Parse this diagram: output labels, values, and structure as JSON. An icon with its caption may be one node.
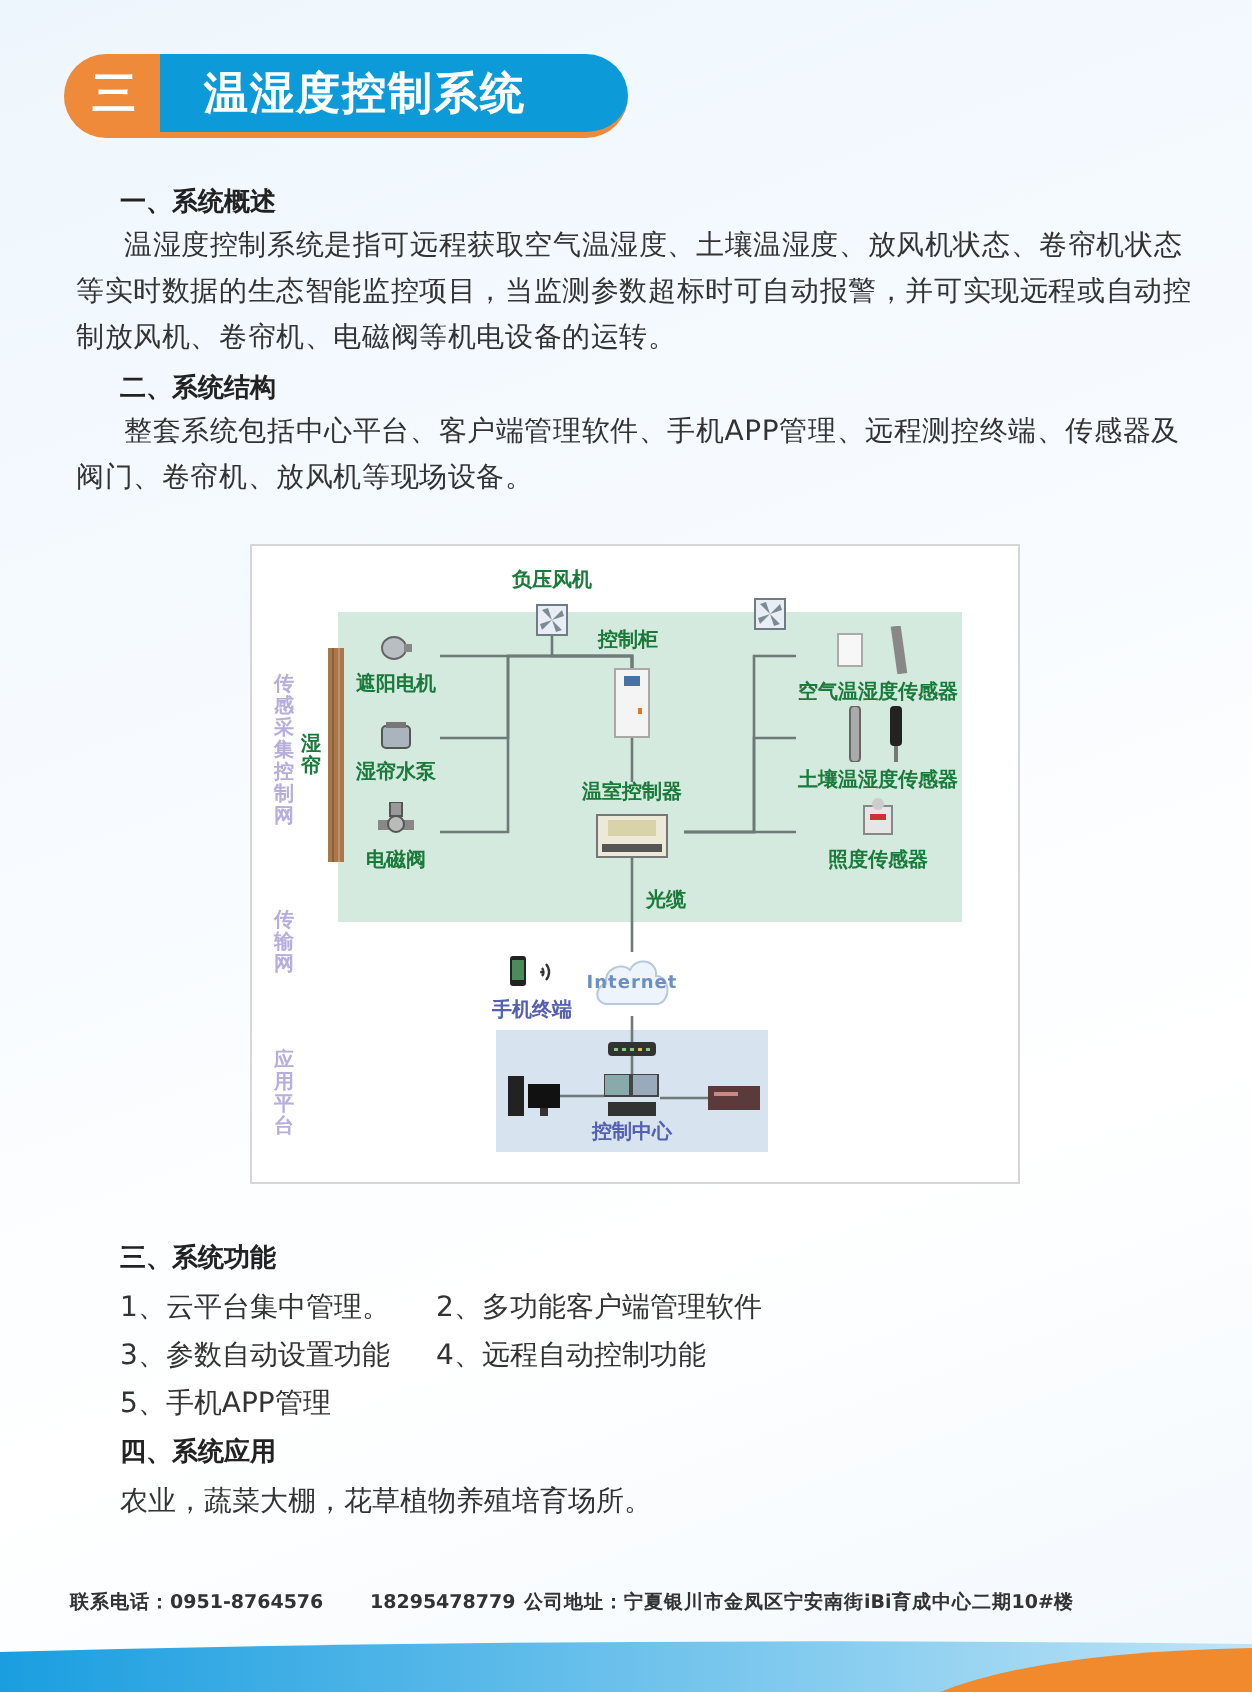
{
  "diagram": {
    "title": "温湿度控制系统",
    "nodes": [
      {
        "text": [],
        "shape": "box"
      },
      {
        "text": [
          "负压风机"
        ]
      },
      {
        "text": [],
        "shape": "picture"
      },
      {
        "text": [],
        "shape": "picture",
        "beside": [
          "控制柜"
        ],
        "in": 0
      },
      {
        "text": [
          "湿帘"
        ]
      },
      {
        "text": [
          "遮阳电机"
        ],
        "in": 0
      },
      {
        "text": [
          "湿帘水泵"
        ],
        "in": 0
      },
      {
        "text": [
          "电磁阀"
        ],
        "in": 0
      },
      {
        "text": [
          "温室控制器"
        ],
        "in": 0
      },
      {
        "text": [
          "空气温湿度传感器"
        ],
        "in": 0
      },
      {
        "text": [
          "土壤温湿度传感器"
        ],
        "in": 0
      },
      {
        "text": [
          "照度传感器"
        ],
        "in": 0
      },
      {
        "text": [
          "Internet"
        ]
      },
      {
        "text": [
          "手机终端"
        ]
      },
      {
        "text": [
          "控制中心"
        ]
      },
      {
        "text": [],
        "shape": "picture",
        "in": 14
      },
      {
        "text": [],
        "shape": "picture",
        "in": 14
      },
      {
        "text": [],
        "shape": "picture",
        "in": 14
      },
      {
        "text": [],
        "shape": "picture",
        "in": 14
      }
    ],
    "edges": [
      {
        "from": 1,
        "to": 3,
        "arrow": "none"
      },
      {
        "from": 5,
        "to": 3,
        "arrow": "none"
      },
      {
        "from": 6,
        "to": 3,
        "arrow": "none"
      },
      {
        "from": 7,
        "to": 3,
        "arrow": "none"
      },
      {
        "from": 3,
        "to": 8,
        "arrow": "none"
      },
      {
        "from": 8,
        "to": 9,
        "arrow": "none"
      },
      {
        "from": 8,
        "to": 10,
        "arrow": "none"
      },
      {
        "from": 8,
        "to": 11,
        "arrow": "none"
      },
      {
        "from": 8,
        "to": 12,
        "arrow": "none",
        "label": "光缆"
      },
      {
        "from": 12,
        "to": 15,
        "arrow": "none"
      },
      {
        "from": 15,
        "to": 17,
        "arrow": "none"
      },
      {
        "from": 16,
        "to": 17,
        "arrow": "none"
      },
      {
        "from": 17,
        "to": 18,
        "arrow": "none"
      }
    ],
    "labels": [
      "三",
      "一、系统概述",
      "温湿度控制系统是指可远程获取空气温湿度、土壤温湿度、放风机状态、卷帘机状态等实时数据的生态智能监控项目，当监测参数超标时可自动报警，并可实现远程或自动控制放风机、卷帘机、电磁阀等机电设备的运转。",
      "二、系统结构",
      "整套系统包括中心平台、客户端管理软件、手机APP管理、远程测控终端、传感器及阀门、卷帘机、放风机等现场设备。",
      "传感采集控制网",
      "传输网",
      "应用平台",
      "三、系统功能",
      "1、云平台集中管理。",
      "2、多功能客户端管理软件",
      "3、参数自动设置功能",
      "4、远程自动控制功能",
      "5、手机APP管理",
      "四、系统应用",
      "农业，蔬菜大棚，花草植物养殖培育场所。",
      "联系电话：0951-8764576",
      "18295478779",
      "公司地址：宁夏银川市金凤区宁安南街iBi育成中心二期10#楼"
    ]
  }
}
